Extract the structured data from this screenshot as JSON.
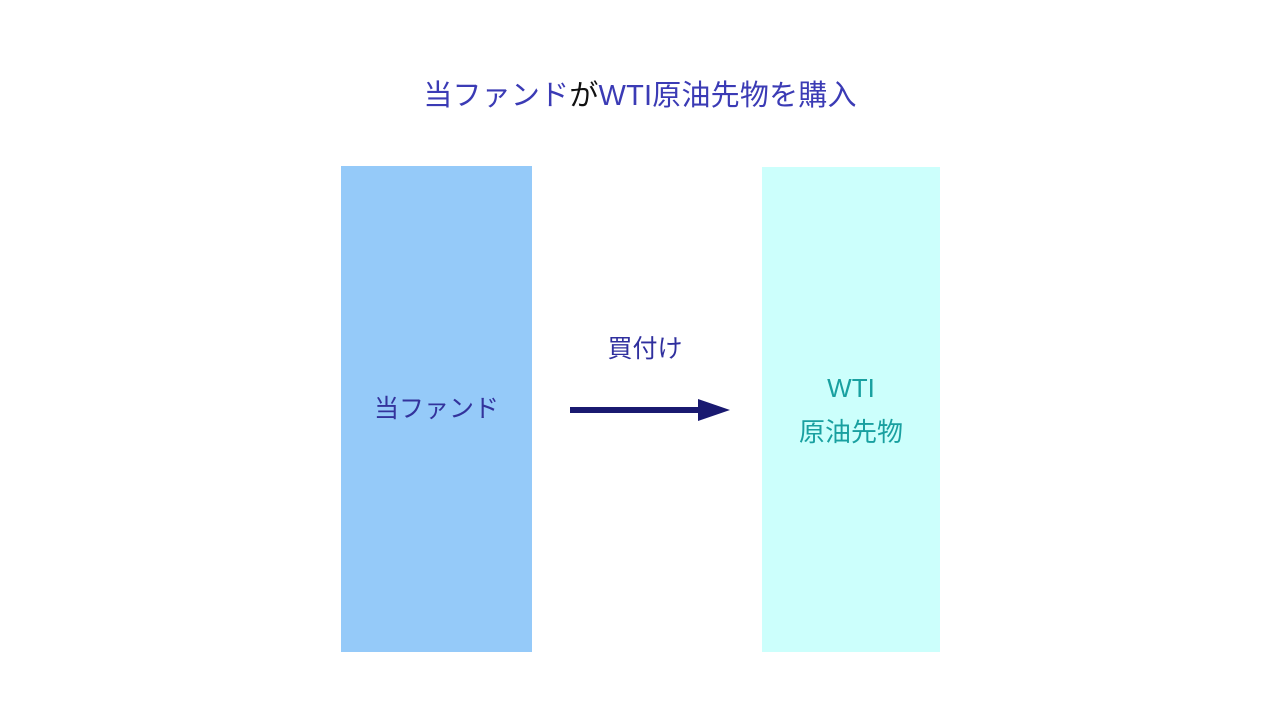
{
  "slide": {
    "background_color": "#ffffff",
    "title": {
      "full_text": "当ファンドがWTI原油先物を購入",
      "segment_1": "当ファンド",
      "segment_2": "が",
      "segment_3": "WTI原油先物を購入",
      "color": "#3b3bb5",
      "accent_color": "#111111"
    }
  },
  "diagram": {
    "type": "flow",
    "left_box": {
      "label": "当ファンド",
      "fill_color": "#95caf9",
      "text_color": "#33339c"
    },
    "right_box": {
      "label_line_1": "WTI",
      "label_line_2": "原油先物",
      "fill_color": "#ccfffc",
      "text_color": "#19a0a0"
    },
    "arrow": {
      "label": "買付け",
      "color": "#191970",
      "direction": "right",
      "label_color": "#2f2f9e"
    }
  }
}
